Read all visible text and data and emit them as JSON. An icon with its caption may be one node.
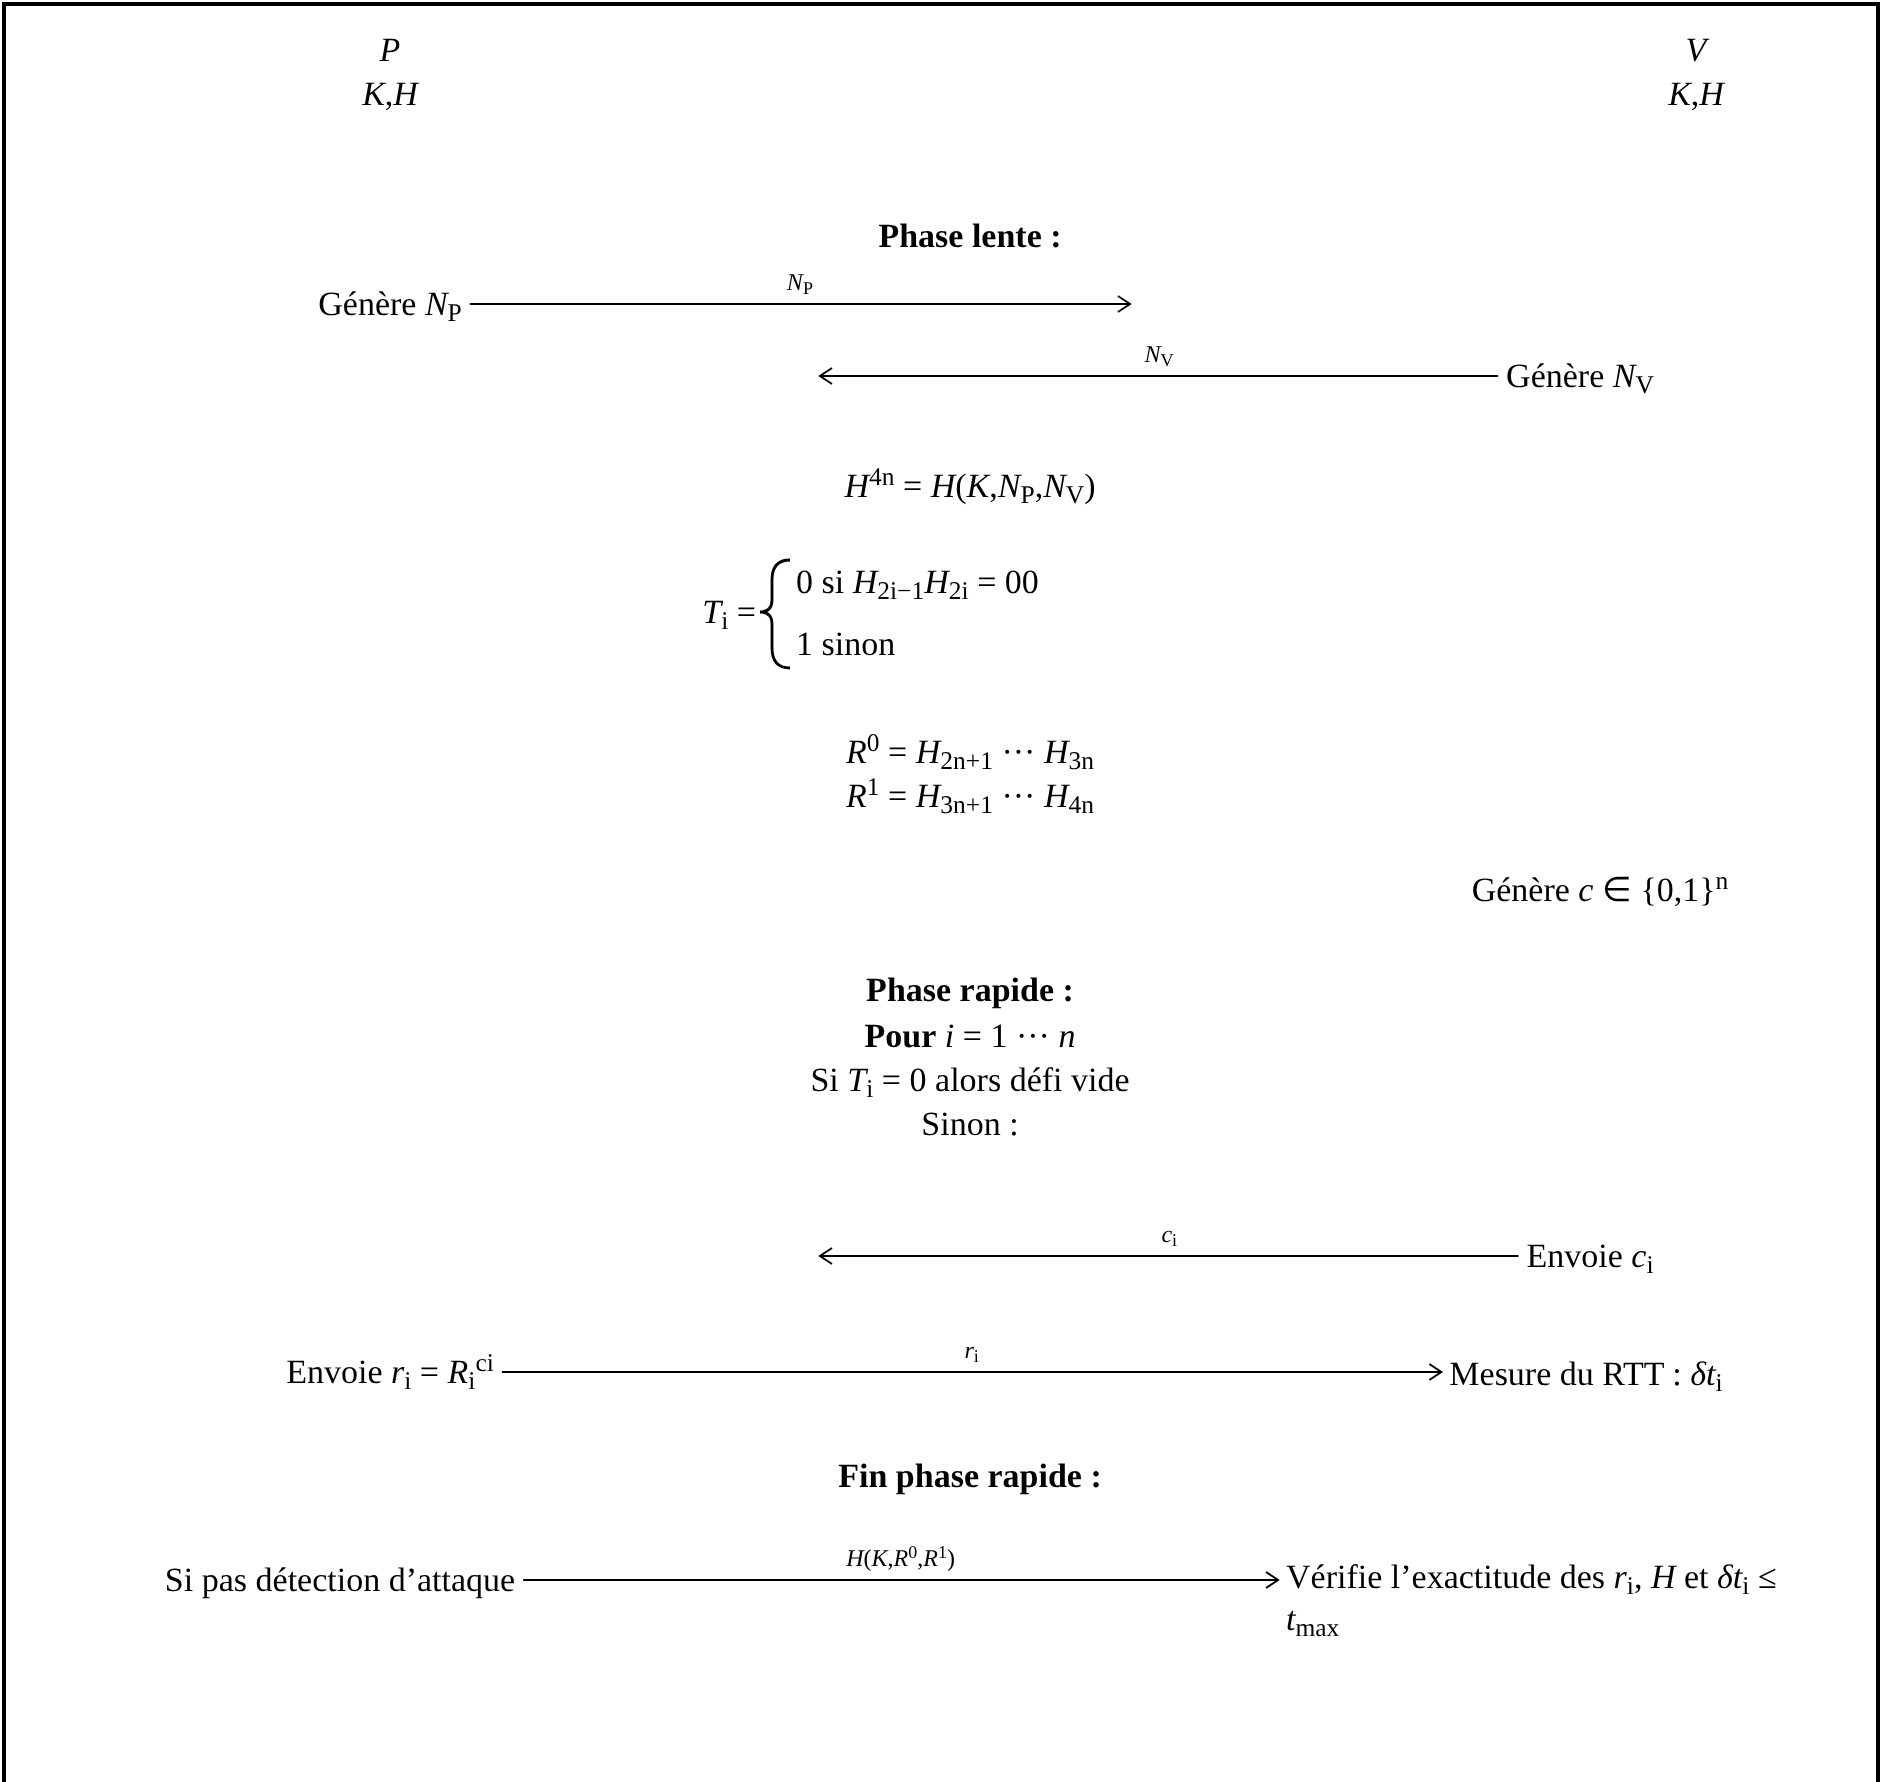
{
  "diagram": {
    "nodes": [
      {
        "text": [
          "Génère *N*$_{P}$"
        ]
      },
      {
        "text": [
          "Génère *N*$_{V}$"
        ]
      },
      {
        "text": [
          "Envoie *c*$_{i}$"
        ]
      },
      {
        "text": [
          "Envoie *r*$_{i}$ = *R*$_{i}$$^{ci}$"
        ]
      },
      {
        "text": [
          "Mesure du RTT : *δt*$_{i}$"
        ]
      },
      {
        "text": [
          "Si pas détection d’attaque"
        ]
      },
      {
        "text": [
          "Vérifie l’exactitude des *r*$_{i}$, *H* et *δt*$_{i}$ ≤ *t*$_{max}$"
        ]
      }
    ],
    "edges": [
      {
        "from": 0,
        "to": null,
        "arrow": "to",
        "label": "*N*$_{P}$"
      },
      {
        "from": 1,
        "to": null,
        "arrow": "to",
        "label": "*N*$_{V}$"
      },
      {
        "from": 2,
        "to": null,
        "arrow": "to",
        "label": "*c*$_{i}$"
      },
      {
        "from": 3,
        "to": 4,
        "arrow": "to",
        "label": "*r*$_{i}$"
      },
      {
        "from": 5,
        "to": 6,
        "arrow": "to",
        "label": "*H*(*K*,*R*$^{0}$,*R*$^{1}$)"
      }
    ],
    "labels": [
      "*P*",
      "*V*",
      "*K*,*H*",
      "*K*,*H*",
      "Phase lente :",
      "*H*$^{4n}$ = *H*(*K*,*N*$_{P}$,*N*$_{V}$)",
      "*T*$_{i}$ =",
      "0 si *H*$_{2i−1}$*H*$_{2i}$ = 00",
      "1 sinon",
      "*R*$^{0}$ = *H*$_{2n+1}$ ··· *H*$_{3n}$",
      "*R*$^{1}$ = *H*$_{3n+1}$ ··· *H*$_{4n}$",
      "Génère *c* ∈ {0,1}$^{n}$",
      "Phase rapide :",
      "**Pour** *i* = 1 ··· *n*",
      "Si *T*$_{i}$ = 0 alors défi vide",
      "Sinon :",
      "Fin phase rapide :"
    ]
  }
}
